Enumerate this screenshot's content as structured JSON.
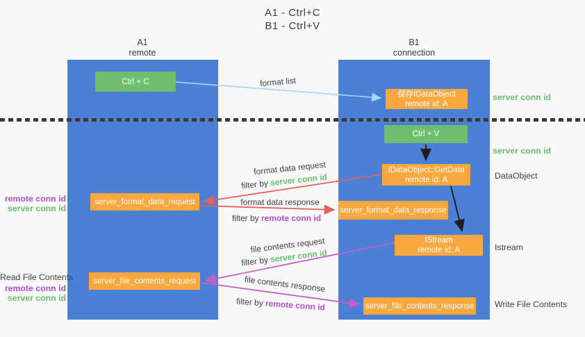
{
  "title": {
    "line1": "A1 - Ctrl+C",
    "line2": "B1 - Ctrl+V"
  },
  "columns": {
    "left": {
      "id": "A1",
      "subtitle": "remote"
    },
    "right": {
      "id": "B1",
      "subtitle": "connection"
    }
  },
  "boxes": {
    "ctrl_c": {
      "label": "Ctrl + C"
    },
    "save_dataobject": {
      "line1": "保存IDataObject",
      "line2": "remote id: A"
    },
    "ctrl_v": {
      "label": "Ctrl + V"
    },
    "getdata": {
      "line1": "IDataObject::GetData",
      "line2": "remote id: A"
    },
    "format_request": {
      "label": "server_format_data_request"
    },
    "format_response": {
      "label": "server_format_data_response"
    },
    "istream": {
      "line1": "IStream",
      "line2": "remote id: A"
    },
    "file_request": {
      "label": "server_file_contents_request"
    },
    "file_response": {
      "label": "server_file_contents_response"
    }
  },
  "flows": {
    "format_list": {
      "label": "format list"
    },
    "format_data_request": {
      "label": "format data request",
      "filter": "filter by",
      "key": "server conn id"
    },
    "format_data_response": {
      "label": "format data response",
      "filter": "filter by",
      "key": "remote conn id"
    },
    "file_contents_request": {
      "label": "file contents request",
      "filter": "filter by",
      "key": "server conn id"
    },
    "file_contents_response": {
      "label": "file contents response",
      "filter": "filter by",
      "key": "remote conn id"
    }
  },
  "side_labels": {
    "right": [
      {
        "text": "server conn id"
      },
      {
        "text": "server conn id"
      },
      {
        "text": "DataObject"
      },
      {
        "text": "Istream"
      },
      {
        "text": "Write File Contents"
      }
    ],
    "left": [
      {
        "text": "remote conn id"
      },
      {
        "text": "server conn id"
      },
      {
        "text": "Read File Contents"
      },
      {
        "text": "remote conn id"
      },
      {
        "text": "server conn id"
      }
    ]
  },
  "colors": {
    "column_blue": "#4a80d6",
    "box_green": "#6fbf6e",
    "box_orange": "#f8a83e",
    "arrow_light_blue": "#a9d6f2",
    "arrow_red": "#e6605a",
    "arrow_magenta": "#c75ec8",
    "arrow_black": "#1f1f1f",
    "label_green": "#67bf6b",
    "label_purple": "#b14fc9",
    "dashed_line": "#383838"
  }
}
